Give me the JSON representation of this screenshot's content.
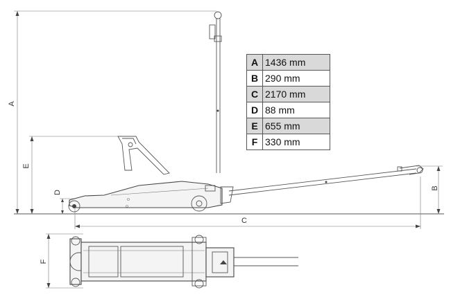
{
  "dimension_labels": {
    "A": "A",
    "B": "B",
    "C": "C",
    "D": "D",
    "E": "E",
    "F": "F"
  },
  "spec_table": {
    "rows": [
      {
        "key": "A",
        "value": "1436 mm",
        "shaded": true
      },
      {
        "key": "B",
        "value": "290 mm",
        "shaded": false
      },
      {
        "key": "C",
        "value": "2170 mm",
        "shaded": true
      },
      {
        "key": "D",
        "value": "88 mm",
        "shaded": false
      },
      {
        "key": "E",
        "value": "655 mm",
        "shaded": true
      },
      {
        "key": "F",
        "value": "330 mm",
        "shaded": false
      }
    ]
  },
  "colors": {
    "line": "#555555",
    "table_shade": "#d9d9d9",
    "table_border": "#555555"
  }
}
